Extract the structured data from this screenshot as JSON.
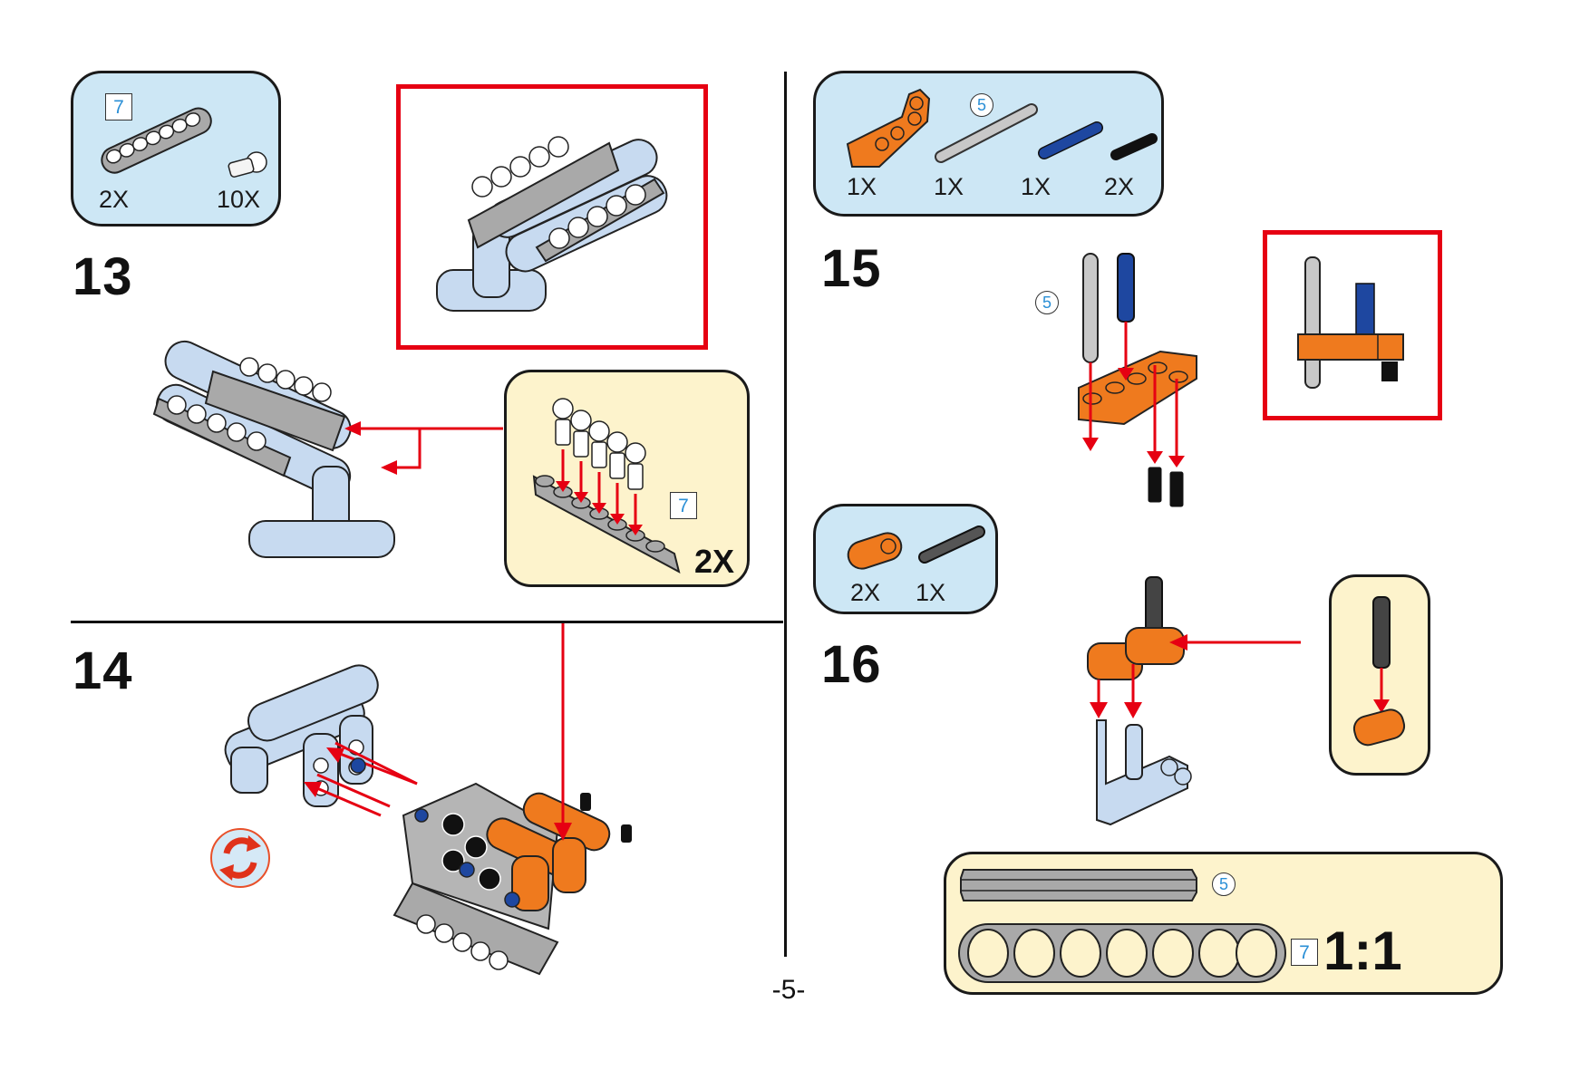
{
  "page": {
    "number_label": "-5-"
  },
  "colors": {
    "parts_box_bg": "#cde7f5",
    "callout_bg": "#fdf3cc",
    "arrow_red": "#e60012",
    "part_orange": "#ef7a1e",
    "part_gray": "#a9a9a9",
    "part_lightblue": "#c7daf0",
    "part_blue": "#1e47a0",
    "part_black": "#111111",
    "length_label_blue": "#2a8fd6"
  },
  "steps": [
    {
      "number": "13",
      "parts": [
        {
          "icon": "beam-7-gray-icon",
          "length": "7",
          "qty": "2X"
        },
        {
          "icon": "ball-pin-white-icon",
          "qty": "10X"
        }
      ],
      "subassembly": {
        "beam_length": "7",
        "multiplier": "2X",
        "pins_inserted": 5
      },
      "has_result_preview": true
    },
    {
      "number": "14",
      "has_rotate_indicator": true,
      "rotate_icon": "rotate-icon"
    },
    {
      "number": "15",
      "parts": [
        {
          "icon": "l-beam-orange-icon",
          "qty": "1X"
        },
        {
          "icon": "axle-5-gray-icon",
          "length": "5",
          "qty": "1X"
        },
        {
          "icon": "long-pin-blue-icon",
          "qty": "1X"
        },
        {
          "icon": "pin-black-icon",
          "qty": "2X"
        }
      ],
      "assembly_axle_length": "5",
      "has_result_preview": true
    },
    {
      "number": "16",
      "parts": [
        {
          "icon": "beam-2-orange-icon",
          "qty": "2X"
        },
        {
          "icon": "axle-pin-darkgray-icon",
          "qty": "1X"
        }
      ]
    }
  ],
  "scale_reference": {
    "axle_length": "5",
    "beam_length": "7",
    "ratio": "1:1"
  }
}
